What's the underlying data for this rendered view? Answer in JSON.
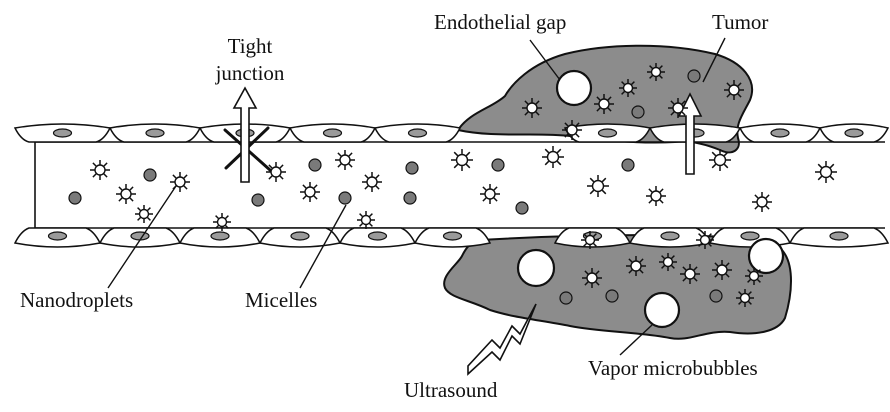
{
  "labels": {
    "endothelial_gap": "Endothelial gap",
    "tumor": "Tumor",
    "tight_junction_line1": "Tight",
    "tight_junction_line2": "junction",
    "nanodroplets": "Nanodroplets",
    "micelles": "Micelles",
    "vapor_microbubbles": "Vapor microbubbles",
    "ultrasound": "Ultrasound"
  },
  "colors": {
    "tumor_fill": "#8c8c8c",
    "micelle_fill": "#7a7a7a",
    "nucleus_fill": "#9a9a9a",
    "line": "#111111",
    "background": "#ffffff"
  },
  "icons": {
    "nanodroplet": "spiky-sphere-icon",
    "micelle": "filled-circle-icon",
    "microbubble": "open-circle-icon",
    "arrow": "upward-arrow-icon",
    "ultrasound": "lightning-bolt-icon"
  }
}
